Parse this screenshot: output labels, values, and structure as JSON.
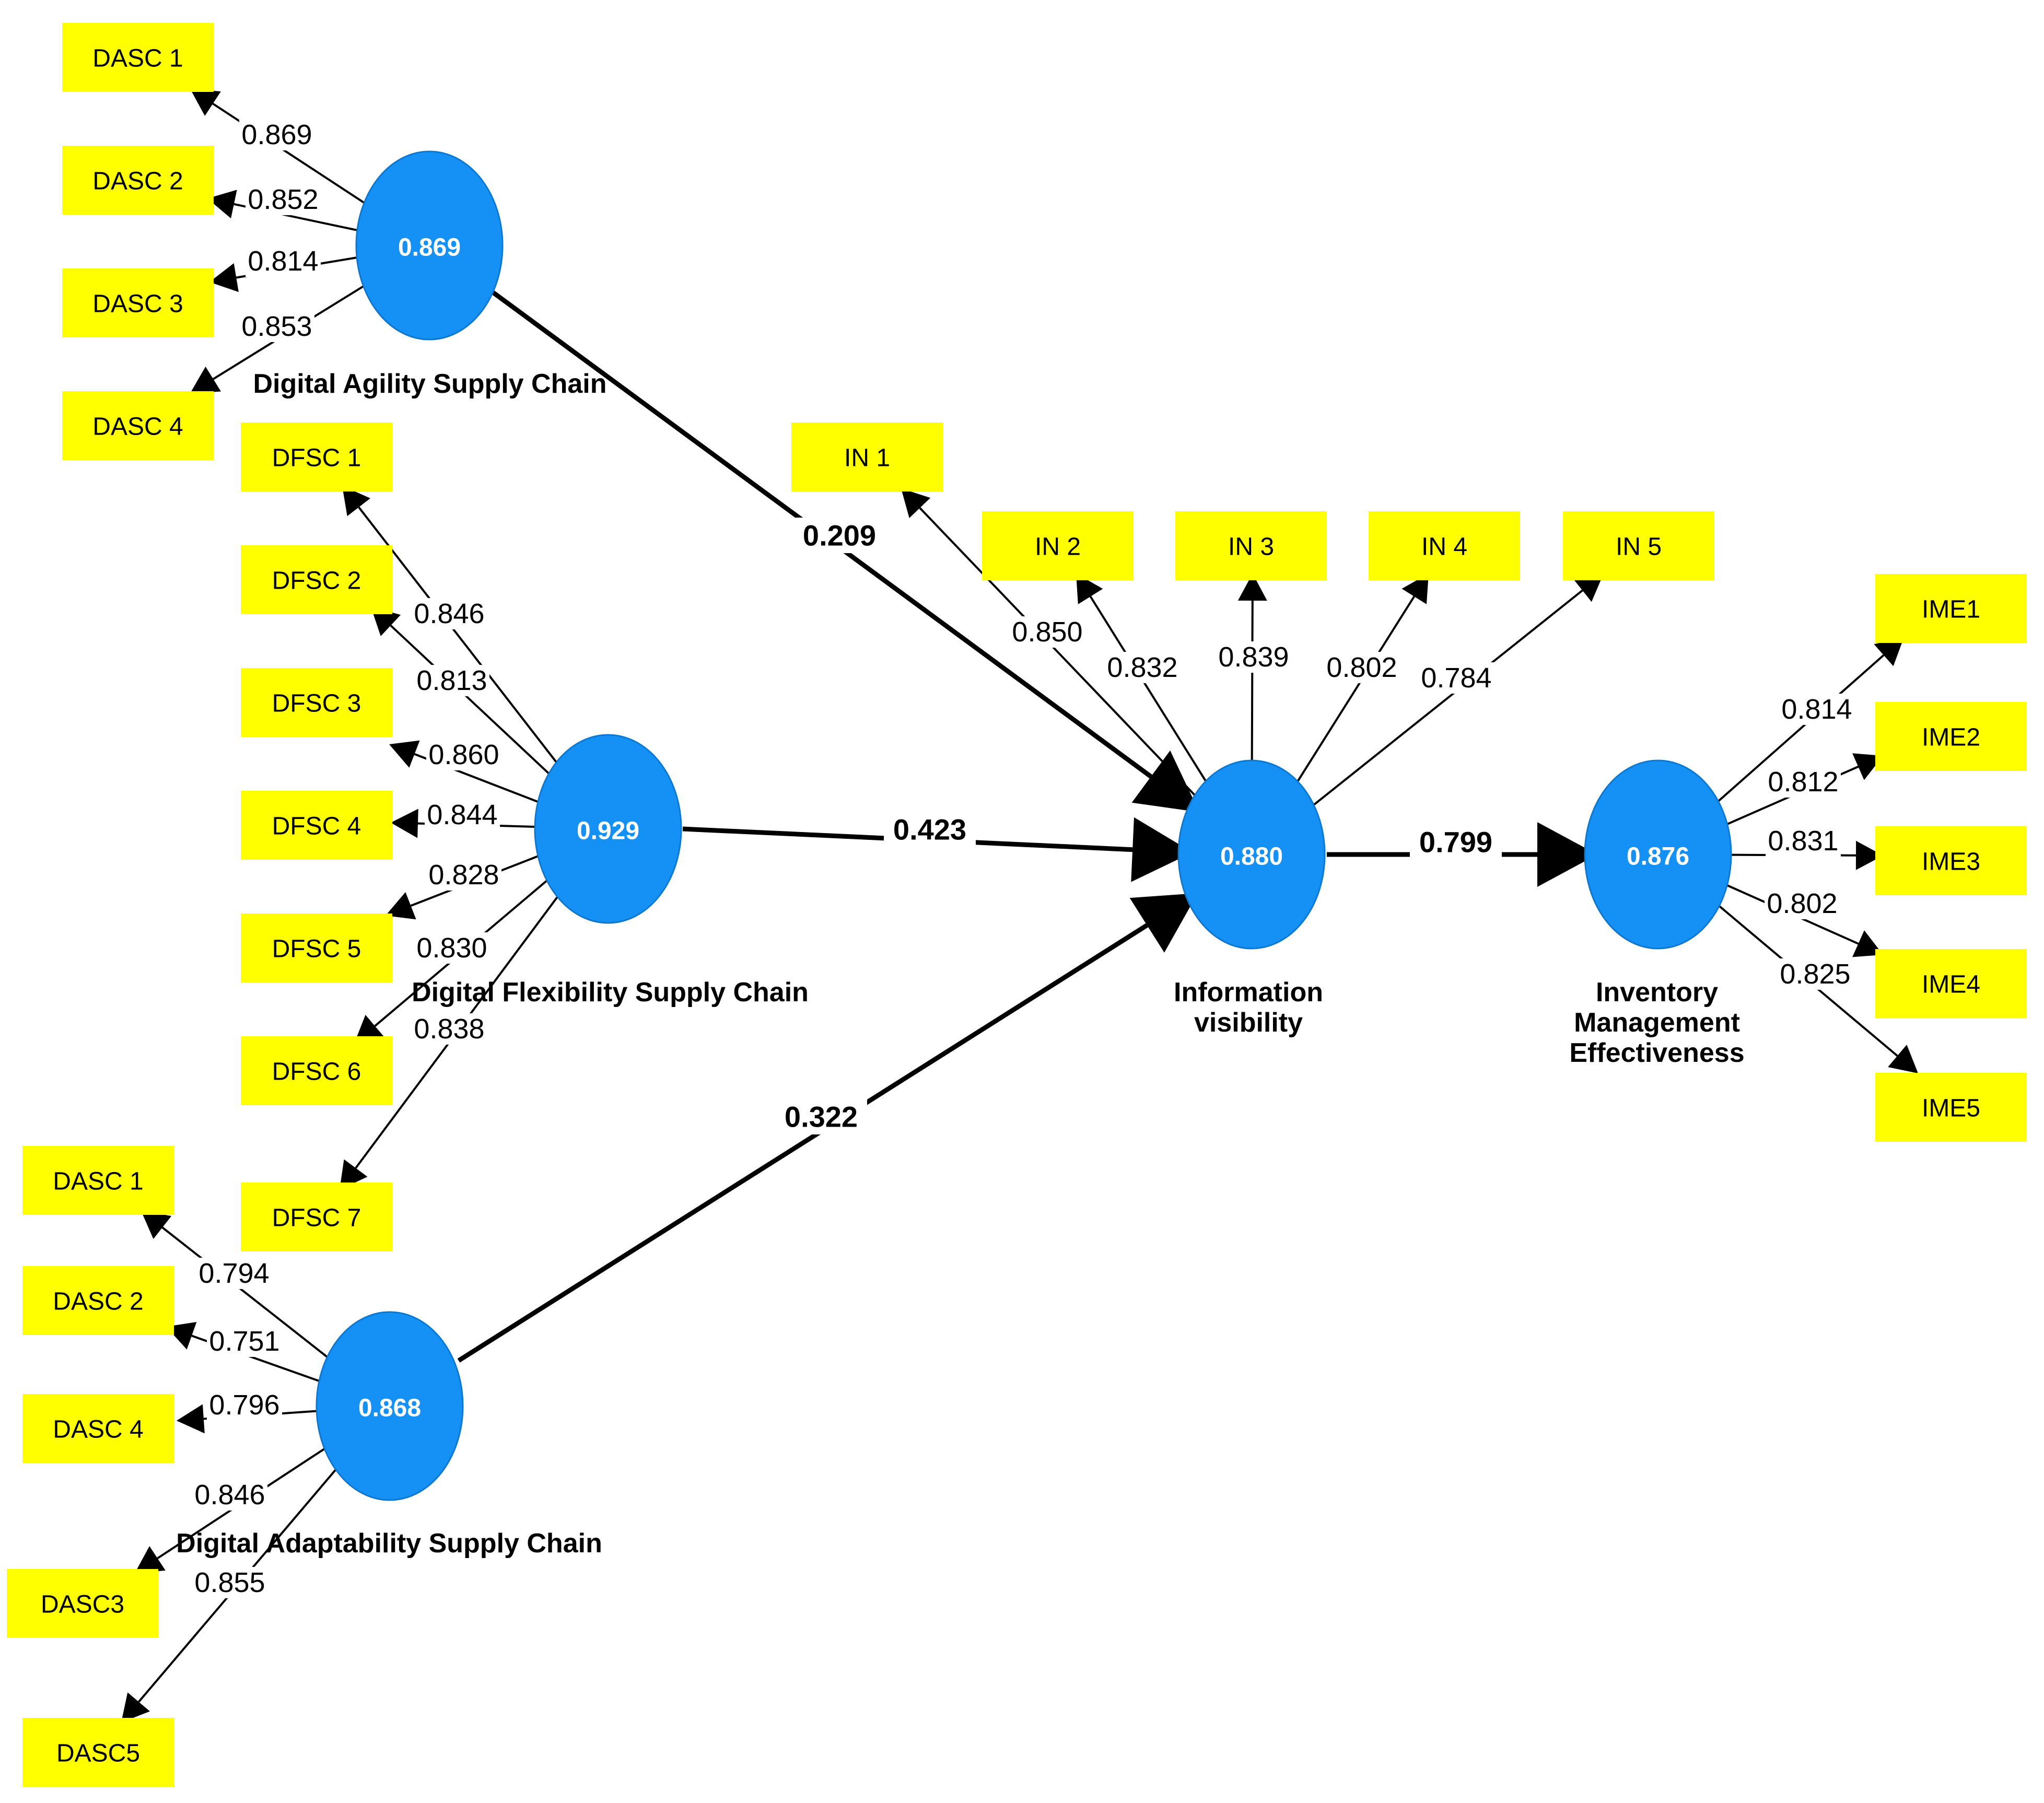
{
  "colors": {
    "indicator_fill": "#FFFF00",
    "construct_fill": "#1590F5",
    "construct_text": "#FFFFFF",
    "line": "#000000"
  },
  "constructs": {
    "dasc_agility": {
      "name_lines": [
        "Digital Agility Supply Chain"
      ],
      "value": "0.869",
      "indicators": [
        {
          "label": "DASC 1",
          "loading": "0.869"
        },
        {
          "label": "DASC 2",
          "loading": "0.852"
        },
        {
          "label": "DASC 3",
          "loading": "0.814"
        },
        {
          "label": "DASC 4",
          "loading": "0.853"
        }
      ]
    },
    "dfsc": {
      "name_lines": [
        "Digital Flexibility Supply Chain"
      ],
      "value": "0.929",
      "indicators": [
        {
          "label": "DFSC 1",
          "loading": "0.846"
        },
        {
          "label": "DFSC 2",
          "loading": "0.813"
        },
        {
          "label": "DFSC 3",
          "loading": "0.860"
        },
        {
          "label": "DFSC 4",
          "loading": "0.844"
        },
        {
          "label": "DFSC 5",
          "loading": "0.828"
        },
        {
          "label": "DFSC 6",
          "loading": "0.830"
        },
        {
          "label": "DFSC 7",
          "loading": "0.838"
        }
      ]
    },
    "dasc_adapt": {
      "name_lines": [
        "Digital Adaptability Supply Chain"
      ],
      "value": "0.868",
      "indicators": [
        {
          "label": "DASC 1",
          "loading": "0.794"
        },
        {
          "label": "DASC 2",
          "loading": "0.751"
        },
        {
          "label": "DASC 4",
          "loading": "0.796"
        },
        {
          "label": "DASC3",
          "loading": "0.846"
        },
        {
          "label": "DASC5",
          "loading": "0.855"
        }
      ]
    },
    "iv": {
      "name_lines": [
        "Information",
        "visibility"
      ],
      "value": "0.880",
      "indicators": [
        {
          "label": "IN 1",
          "loading": "0.850"
        },
        {
          "label": "IN 2",
          "loading": "0.832"
        },
        {
          "label": "IN 3",
          "loading": "0.839"
        },
        {
          "label": "IN 4",
          "loading": "0.802"
        },
        {
          "label": "IN 5",
          "loading": "0.784"
        }
      ]
    },
    "ime": {
      "name_lines": [
        "Inventory",
        "Management",
        "Effectiveness"
      ],
      "value": "0.876",
      "indicators": [
        {
          "label": "IME1",
          "loading": "0.814"
        },
        {
          "label": "IME2",
          "loading": "0.812"
        },
        {
          "label": "IME3",
          "loading": "0.831"
        },
        {
          "label": "IME4",
          "loading": "0.802"
        },
        {
          "label": "IME5",
          "loading": "0.825"
        }
      ]
    }
  },
  "paths": [
    {
      "from": "dasc_agility",
      "to": "iv",
      "coefficient": "0.209"
    },
    {
      "from": "dfsc",
      "to": "iv",
      "coefficient": "0.423"
    },
    {
      "from": "dasc_adapt",
      "to": "iv",
      "coefficient": "0.322"
    },
    {
      "from": "iv",
      "to": "ime",
      "coefficient": "0.799"
    }
  ]
}
